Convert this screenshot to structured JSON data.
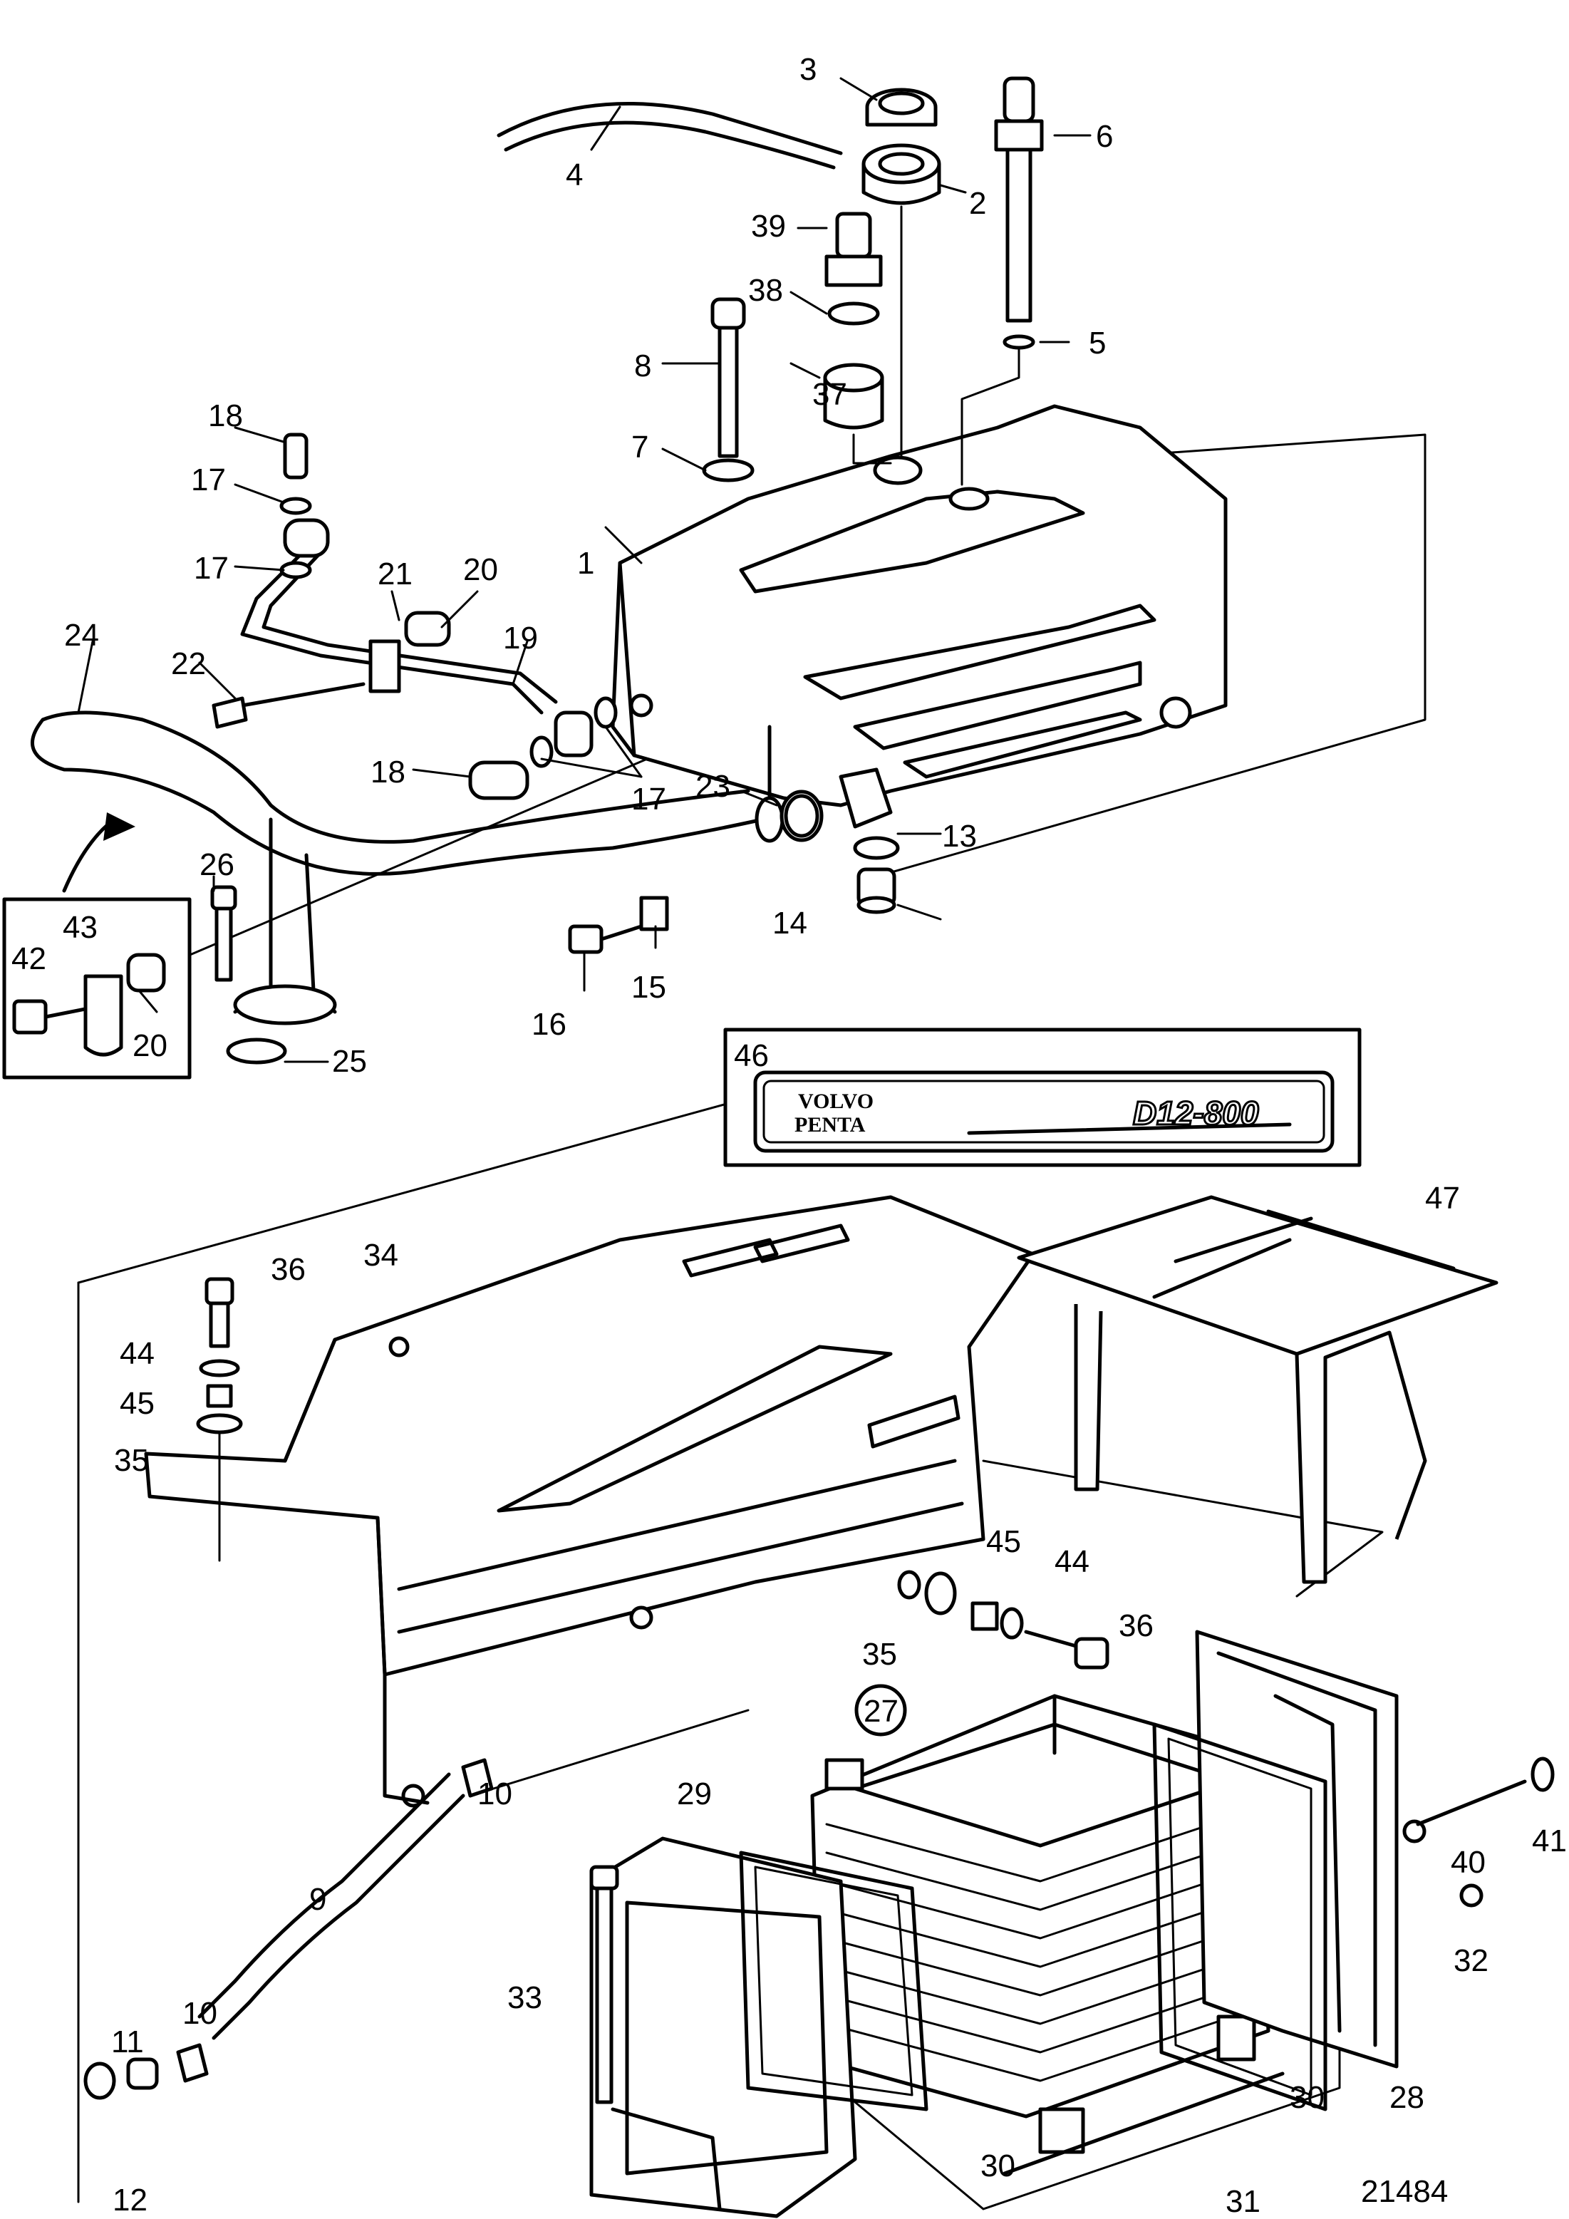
{
  "callouts": [
    {
      "id": "c1",
      "text": "1"
    },
    {
      "id": "c2",
      "text": "2"
    },
    {
      "id": "c3",
      "text": "3"
    },
    {
      "id": "c4",
      "text": "4"
    },
    {
      "id": "c5",
      "text": "5"
    },
    {
      "id": "c6",
      "text": "6"
    },
    {
      "id": "c7",
      "text": "7"
    },
    {
      "id": "c8",
      "text": "8"
    },
    {
      "id": "c9",
      "text": "9"
    },
    {
      "id": "c10a",
      "text": "10"
    },
    {
      "id": "c10b",
      "text": "10"
    },
    {
      "id": "c11",
      "text": "11"
    },
    {
      "id": "c12",
      "text": "12"
    },
    {
      "id": "c13",
      "text": "13"
    },
    {
      "id": "c14",
      "text": "14"
    },
    {
      "id": "c15",
      "text": "15"
    },
    {
      "id": "c16",
      "text": "16"
    },
    {
      "id": "c17a",
      "text": "17"
    },
    {
      "id": "c17b",
      "text": "17"
    },
    {
      "id": "c17c",
      "text": "17"
    },
    {
      "id": "c18a",
      "text": "18"
    },
    {
      "id": "c18b",
      "text": "18"
    },
    {
      "id": "c19",
      "text": "19"
    },
    {
      "id": "c20a",
      "text": "20"
    },
    {
      "id": "c20b",
      "text": "20"
    },
    {
      "id": "c21",
      "text": "21"
    },
    {
      "id": "c22",
      "text": "22"
    },
    {
      "id": "c23",
      "text": "23"
    },
    {
      "id": "c24",
      "text": "24"
    },
    {
      "id": "c25",
      "text": "25"
    },
    {
      "id": "c26",
      "text": "26"
    },
    {
      "id": "c27",
      "text": "27"
    },
    {
      "id": "c28",
      "text": "28"
    },
    {
      "id": "c29",
      "text": "29"
    },
    {
      "id": "c30a",
      "text": "30"
    },
    {
      "id": "c30b",
      "text": "30"
    },
    {
      "id": "c31",
      "text": "31"
    },
    {
      "id": "c32",
      "text": "32"
    },
    {
      "id": "c33",
      "text": "33"
    },
    {
      "id": "c34",
      "text": "34"
    },
    {
      "id": "c35a",
      "text": "35"
    },
    {
      "id": "c35b",
      "text": "35"
    },
    {
      "id": "c36a",
      "text": "36"
    },
    {
      "id": "c36b",
      "text": "36"
    },
    {
      "id": "c37",
      "text": "37"
    },
    {
      "id": "c38",
      "text": "38"
    },
    {
      "id": "c39",
      "text": "39"
    },
    {
      "id": "c40",
      "text": "40"
    },
    {
      "id": "c41",
      "text": "41"
    },
    {
      "id": "c42",
      "text": "42"
    },
    {
      "id": "c43",
      "text": "43"
    },
    {
      "id": "c44a",
      "text": "44"
    },
    {
      "id": "c44b",
      "text": "44"
    },
    {
      "id": "c45a",
      "text": "45"
    },
    {
      "id": "c45b",
      "text": "45"
    },
    {
      "id": "c46",
      "text": "46"
    },
    {
      "id": "c47",
      "text": "47"
    }
  ],
  "emblem": {
    "brand_line1": "VOLVO",
    "brand_line2": "PENTA",
    "model": "D12-800"
  },
  "drawing_number": "21484"
}
